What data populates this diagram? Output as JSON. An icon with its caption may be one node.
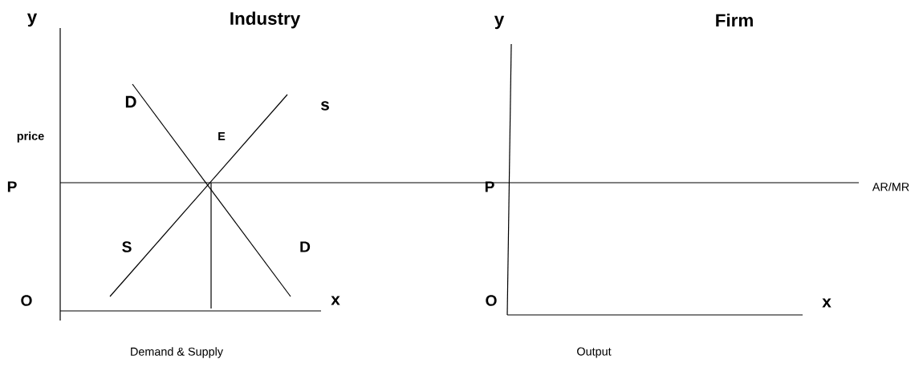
{
  "diagram": {
    "labels": [
      "y",
      "Industry",
      "y",
      "Firm",
      "D",
      "s",
      "price",
      "E",
      "P",
      "P",
      "AR/MR",
      "S",
      "D",
      "O",
      "x",
      "O",
      "x",
      "Demand & Supply",
      "Output"
    ]
  }
}
